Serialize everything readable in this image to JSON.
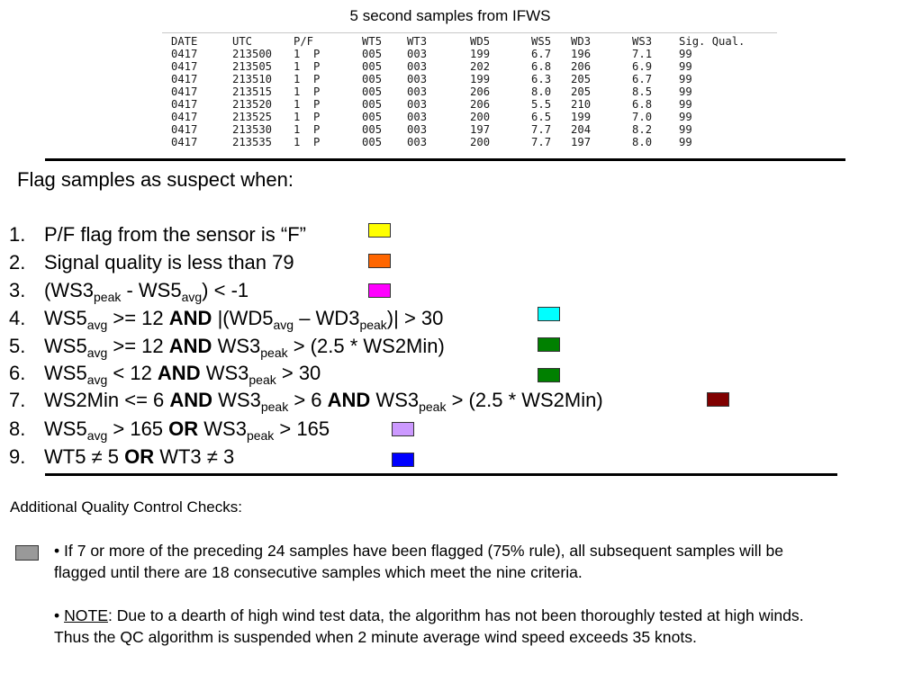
{
  "top_title": "5 second samples from IFWS",
  "sample_table": {
    "headers": [
      "DATE",
      "UTC",
      "P/F",
      "",
      "WT5",
      "WT3",
      "WD5",
      "WS5",
      "WD3",
      "WS3",
      "Sig. Qual."
    ],
    "rows": [
      [
        "0417",
        "213500",
        "1",
        "P",
        "005",
        "003",
        "199",
        "6.7",
        "196",
        "7.1",
        "99"
      ],
      [
        "0417",
        "213505",
        "1",
        "P",
        "005",
        "003",
        "202",
        "6.8",
        "206",
        "6.9",
        "99"
      ],
      [
        "0417",
        "213510",
        "1",
        "P",
        "005",
        "003",
        "199",
        "6.3",
        "205",
        "6.7",
        "99"
      ],
      [
        "0417",
        "213515",
        "1",
        "P",
        "005",
        "003",
        "206",
        "8.0",
        "205",
        "8.5",
        "99"
      ],
      [
        "0417",
        "213520",
        "1",
        "P",
        "005",
        "003",
        "206",
        "5.5",
        "210",
        "6.8",
        "99"
      ],
      [
        "0417",
        "213525",
        "1",
        "P",
        "005",
        "003",
        "200",
        "6.5",
        "199",
        "7.0",
        "99"
      ],
      [
        "0417",
        "213530",
        "1",
        "P",
        "005",
        "003",
        "197",
        "7.7",
        "204",
        "8.2",
        "99"
      ],
      [
        "0417",
        "213535",
        "1",
        "P",
        "005",
        "003",
        "200",
        "7.7",
        "197",
        "8.0",
        "99"
      ]
    ]
  },
  "flag_heading": "Flag samples as suspect when:",
  "criteria": [
    {
      "num": "1.",
      "parts": [
        {
          "t": "P/F flag from the sensor is “F”"
        }
      ],
      "color": "#ffff00"
    },
    {
      "num": "2.",
      "parts": [
        {
          "t": "Signal quality is less than 79"
        }
      ],
      "color": "#ff6600"
    },
    {
      "num": "3.",
      "parts": [
        {
          "t": "(WS3"
        },
        {
          "t": "peak",
          "sub": true
        },
        {
          "t": " - WS5"
        },
        {
          "t": "avg",
          "sub": true
        },
        {
          "t": ") < -1"
        }
      ],
      "color": "#ff00ff"
    },
    {
      "num": "4.",
      "parts": [
        {
          "t": "WS5"
        },
        {
          "t": "avg",
          "sub": true
        },
        {
          "t": " >= 12 "
        },
        {
          "t": "AND",
          "b": true
        },
        {
          "t": " |(WD5"
        },
        {
          "t": "avg",
          "sub": true
        },
        {
          "t": " –  WD3"
        },
        {
          "t": "peak",
          "sub": true
        },
        {
          "t": ")| > 30"
        }
      ],
      "color": "#00ffff"
    },
    {
      "num": "5.",
      "parts": [
        {
          "t": "WS5"
        },
        {
          "t": "avg",
          "sub": true
        },
        {
          "t": " >= 12 "
        },
        {
          "t": "AND",
          "b": true
        },
        {
          "t": " WS3"
        },
        {
          "t": "peak",
          "sub": true
        },
        {
          "t": " > (2.5 * WS2Min)"
        }
      ],
      "color": "#008000"
    },
    {
      "num": "6.",
      "parts": [
        {
          "t": "WS5"
        },
        {
          "t": "avg",
          "sub": true
        },
        {
          "t": " < 12 "
        },
        {
          "t": "AND",
          "b": true
        },
        {
          "t": " WS3"
        },
        {
          "t": "peak",
          "sub": true
        },
        {
          "t": " > 30"
        }
      ],
      "color": "#008000"
    },
    {
      "num": "7.",
      "parts": [
        {
          "t": "WS2Min <= 6 "
        },
        {
          "t": "AND",
          "b": true
        },
        {
          "t": " WS3"
        },
        {
          "t": "peak",
          "sub": true
        },
        {
          "t": " > 6 "
        },
        {
          "t": "AND",
          "b": true
        },
        {
          "t": " WS3"
        },
        {
          "t": "peak",
          "sub": true
        },
        {
          "t": " > (2.5 * WS2Min)"
        }
      ],
      "color": "#800000"
    },
    {
      "num": "8.",
      "parts": [
        {
          "t": "WS5"
        },
        {
          "t": "avg",
          "sub": true
        },
        {
          "t": " > 165 "
        },
        {
          "t": "OR",
          "b": true
        },
        {
          "t": " WS3"
        },
        {
          "t": "peak",
          "sub": true
        },
        {
          "t": " > 165"
        }
      ],
      "color": "#cc99ff"
    },
    {
      "num": "9.",
      "parts": [
        {
          "t": "WT5 ≠ 5 "
        },
        {
          "t": "OR",
          "b": true
        },
        {
          "t": " WT3 ≠ 3"
        }
      ],
      "color": "#0000ff"
    }
  ],
  "qc": {
    "heading": "Additional Quality Control Checks:",
    "swatch_color": "#999999",
    "rule_text": "• If 7 or more of the preceding 24 samples have been flagged (75% rule), all subsequent samples will be flagged until there are 18 consecutive samples which meet the nine criteria.",
    "note_bullet": "• ",
    "note_label": "NOTE",
    "note_text": ": Due to a dearth of high wind test data, the algorithm has not been thoroughly tested at high winds. Thus the QC algorithm is suspended when 2 minute average wind speed exceeds 35 knots."
  }
}
